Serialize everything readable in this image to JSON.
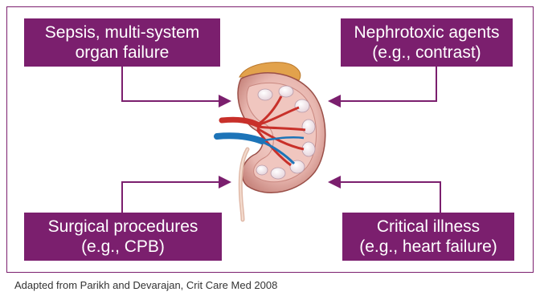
{
  "boxes": {
    "top_left": {
      "line1": "Sepsis, multi-system",
      "line2": "organ failure"
    },
    "top_right": {
      "line1": "Nephrotoxic agents",
      "line2": "(e.g., contrast)"
    },
    "bottom_left": {
      "line1": "Surgical procedures",
      "line2": "(e.g., CPB)"
    },
    "bottom_right": {
      "line1": "Critical illness",
      "line2": "(e.g., heart failure)"
    }
  },
  "caption": "Adapted from Parikh and Devarajan, Crit Care Med 2008",
  "colors": {
    "brand_purple": "#7b1f6e",
    "kidney_pink": "#e8b7b0",
    "artery_red": "#c8302a",
    "vein_blue": "#1d74b8"
  },
  "icons": [
    "kidney-illustration"
  ]
}
